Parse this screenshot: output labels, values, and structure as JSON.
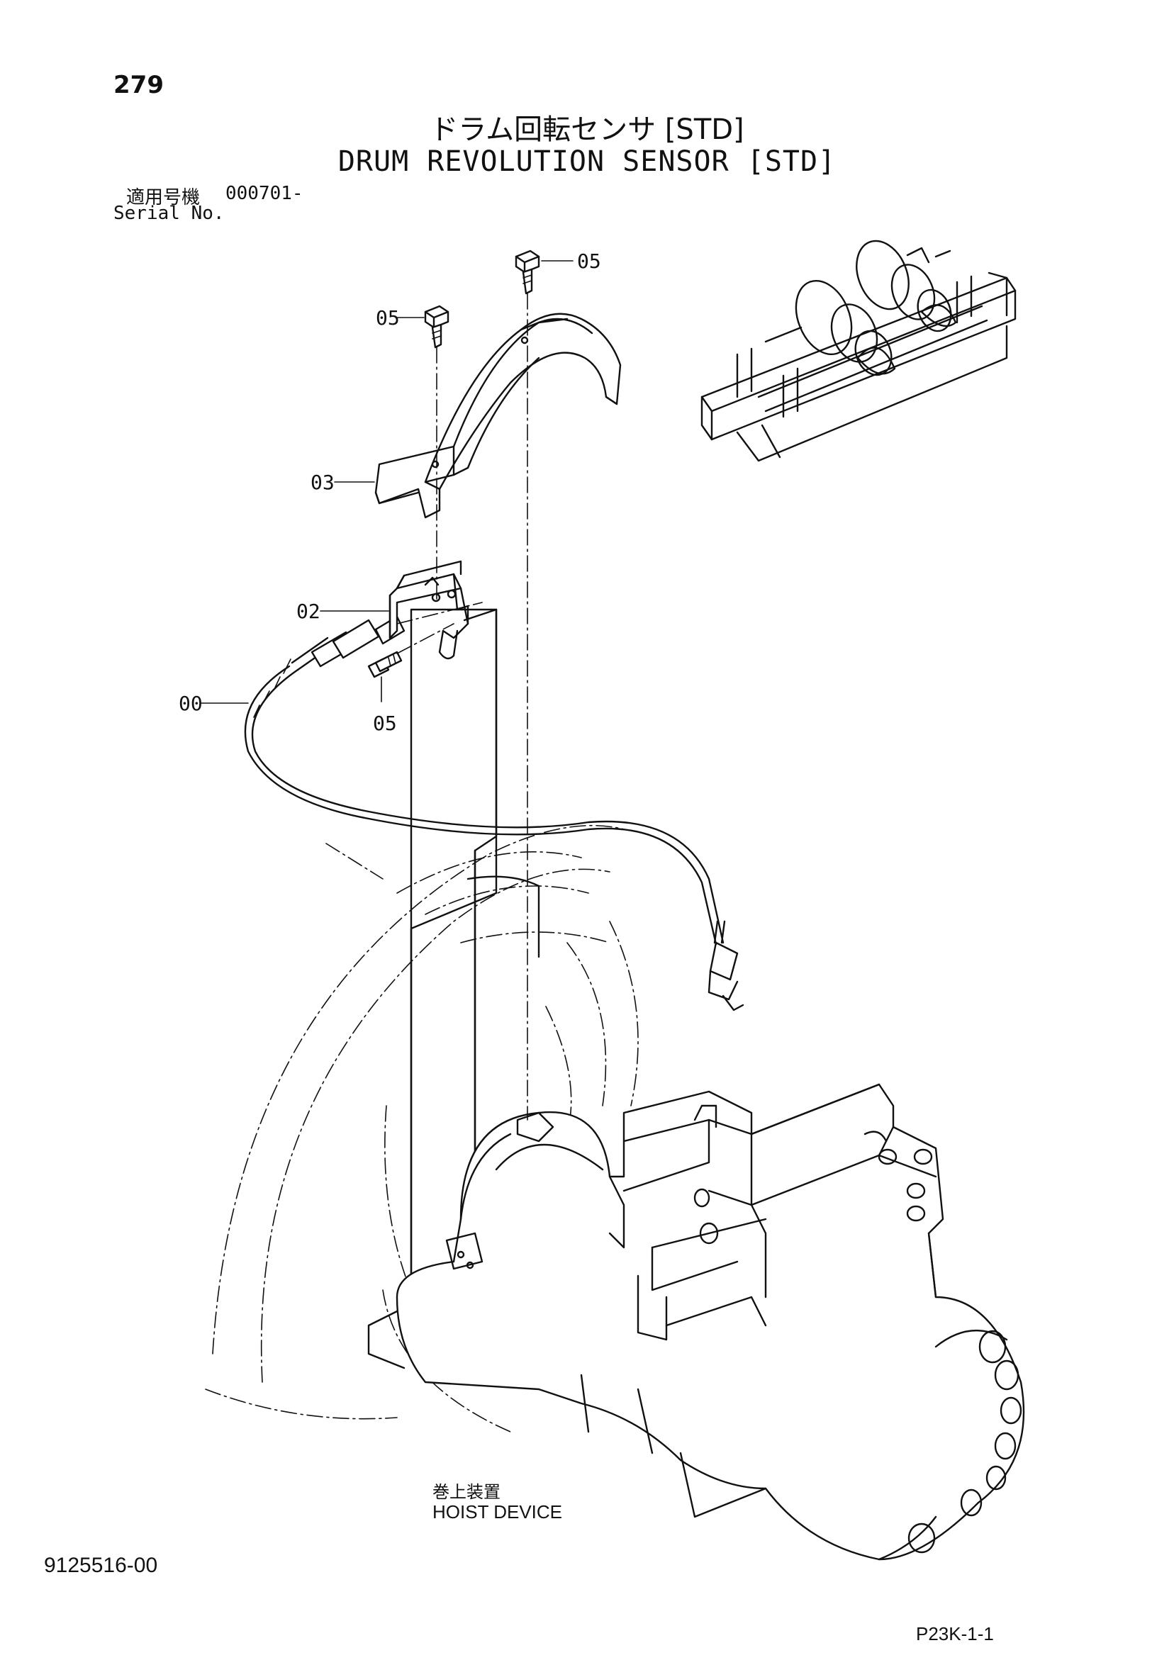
{
  "page": {
    "number": "279",
    "title_jp": "ドラム回転センサ [STD]",
    "title_en": "DRUM REVOLUTION SENSOR [STD]",
    "serial_label_jp": "適用号機",
    "serial_label_en": "Serial No.",
    "serial_value": "000701-",
    "document_number": "9125516-00",
    "page_code": "P23K-1-1"
  },
  "callouts": [
    {
      "id": "bolt-top",
      "label": "05"
    },
    {
      "id": "bolt-left",
      "label": "05"
    },
    {
      "id": "cover",
      "label": "03"
    },
    {
      "id": "bracket",
      "label": "02"
    },
    {
      "id": "sensor",
      "label": "00"
    },
    {
      "id": "bolt-lower",
      "label": "05"
    }
  ],
  "hoist_device": {
    "label_jp": "巻上装置",
    "label_en": "HOIST DEVICE"
  }
}
